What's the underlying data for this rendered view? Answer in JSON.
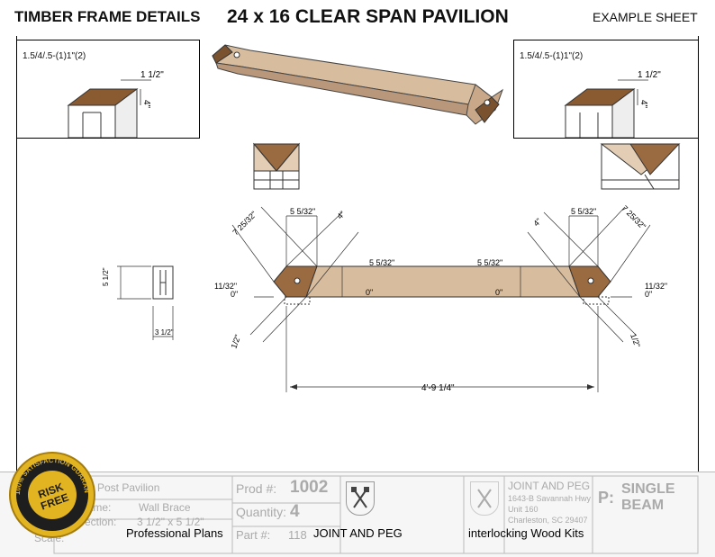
{
  "header": {
    "left_title": "TIMBER FRAME DETAILS",
    "center_title": "24 x 16 CLEAR SPAN PAVILION",
    "right_title": "EXAMPLE SHEET"
  },
  "details": {
    "left_label": "1.5/4/.5-(1)1\"(2)",
    "right_label": "1.5/4/.5-(1)1\"(2)",
    "dim_1_half": "1 1/2\"",
    "dim_4": "4\""
  },
  "drawing": {
    "dim_top_width": "5 5/32\"",
    "dim_diag_left": "7 25/32\"",
    "dim_diag_right": "7 25/32\"",
    "dim_four": "4\"",
    "dim_beam_left": "5 5/32\"",
    "dim_beam_right": "5 5/32\"",
    "dim_offset_left": "11/32\"",
    "dim_offset_right": "11/32\"",
    "dim_zero": "0\"",
    "dim_half": "1/2\"",
    "dim_overall": "4'-9 1/4\"",
    "section_height": "5 1/2\"",
    "section_width": "3 1/2\""
  },
  "title_block": {
    "project": "Post Pavilion",
    "name_label": "Name:",
    "name_value": "Wall Brace",
    "section_label": "X-Section:",
    "section_value": "3 1/2\" x 5 1/2\"",
    "scale_label": "Scale:",
    "prod_label": "Prod #:",
    "prod_value": "1002",
    "qty_label": "Quantity:",
    "qty_value": "4",
    "part_label": "Part #:",
    "part_value": "118",
    "company": "JOINT AND PEG",
    "address1": "1643-B Savannah Hwy",
    "address2": "Unit 160",
    "address3": "Charleston, SC 29407",
    "piece_prefix": "P:",
    "piece_type": "SINGLE BEAM"
  },
  "overlay": {
    "professional_plans": "Professional Plans",
    "joint_and_peg": "JOINT AND PEG",
    "interlocking": "interlocking Wood Kits"
  },
  "badge": {
    "ring_text": "100% SATISFACTION GUARANTEE",
    "center_line1": "RISK",
    "center_line2": "FREE"
  },
  "colors": {
    "wood_light": "#d8bc9e",
    "wood_dark": "#9a6a40",
    "badge_gold": "#e2b422",
    "badge_dark": "#1e1e1e"
  }
}
